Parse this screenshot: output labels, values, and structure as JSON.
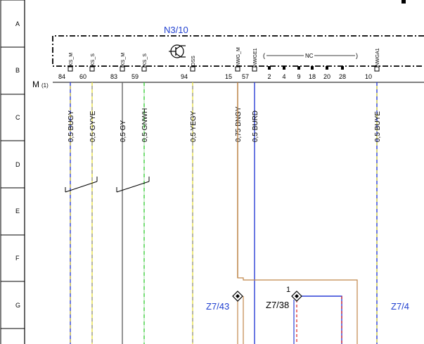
{
  "rows": [
    "A",
    "B",
    "C",
    "D",
    "E",
    "F",
    "G"
  ],
  "component": {
    "id": "N3/10",
    "connector_label": "M",
    "connector_sub": "(1)",
    "transistor_icon": "transistor-symbol-icon"
  },
  "nc_group": {
    "label": "NC",
    "paren_open": "(",
    "paren_close": ")",
    "pins": [
      "2",
      "4",
      "9",
      "18",
      "20",
      "28"
    ]
  },
  "pins": [
    {
      "num": "84",
      "name": "KS_M",
      "wire": "0,5 BUGY",
      "colors": [
        "#2a3fd6",
        "#d9c84a"
      ]
    },
    {
      "num": "60",
      "name": "KS_S",
      "wire": "0,5 GYYE",
      "colors": [
        "#e8e24a",
        "#9a9a9a"
      ]
    },
    {
      "num": "83",
      "name": "KS_M",
      "wire": "0,5 GY",
      "colors": [
        "#666666",
        "#666666"
      ]
    },
    {
      "num": "59",
      "name": "KS_S",
      "wire": "0,5 GNWH",
      "colors": [
        "#3fcf3f",
        "#e0f0e0"
      ]
    },
    {
      "num": "94",
      "name": "OSS",
      "wire": "0,5 YEGY",
      "colors": [
        "#e8e24a",
        "#9a9a9a"
      ]
    },
    {
      "num": "15",
      "name": "NWG_M",
      "wire": "0,75 BNGY",
      "colors": [
        "#b07a3a",
        "#b07a3a"
      ]
    },
    {
      "num": "57",
      "name": "NWGE1",
      "wire": "0,5 BURD",
      "colors": [
        "#2a3fd6",
        "#2a3fd6"
      ]
    },
    {
      "num": "10",
      "name": "NWGA1",
      "wire": "0,5 BUYE",
      "colors": [
        "#2a3fd6",
        "#e8e24a"
      ]
    }
  ],
  "connectors": [
    {
      "id": "Z7/43",
      "pin": ""
    },
    {
      "id": "Z7/38",
      "pin": "1"
    },
    {
      "id": "Z7/4",
      "pin": ""
    }
  ]
}
